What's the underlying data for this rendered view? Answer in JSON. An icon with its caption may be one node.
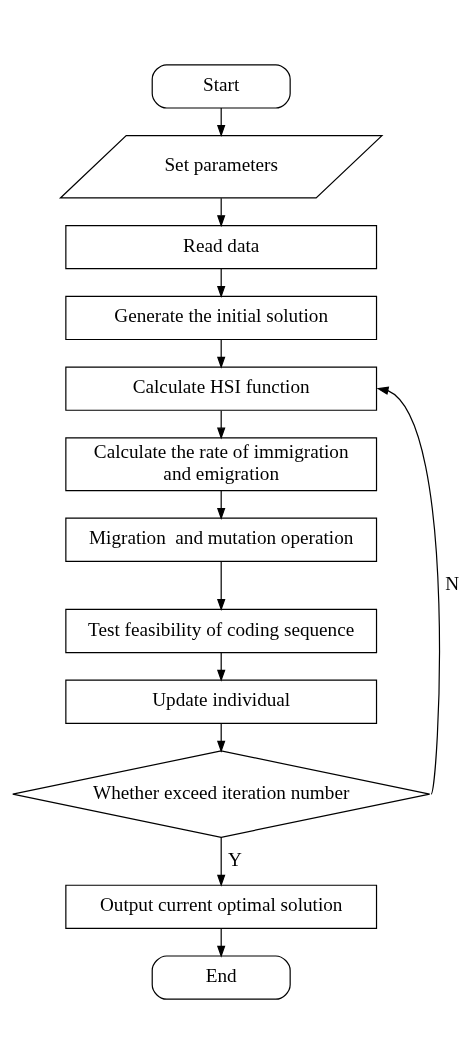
{
  "diagram": {
    "nodes": [
      {
        "text": [
          "Start"
        ]
      },
      {
        "text": [
          "Set parameters"
        ]
      },
      {
        "text": [
          "Read data"
        ]
      },
      {
        "text": [
          "Generate the initial solution"
        ]
      },
      {
        "text": [
          "Calculate HSI function"
        ]
      },
      {
        "text": [
          "Calculate the rate of immigration and emigration"
        ]
      },
      {
        "text": [
          "Migration  and mutation operation"
        ]
      },
      {
        "text": [
          "Test feasibility of coding sequence"
        ]
      },
      {
        "text": [
          "Update individual"
        ]
      },
      {
        "text": [
          "Whether exceed iteration number"
        ]
      },
      {
        "text": [
          "Output current optimal solution"
        ]
      },
      {
        "text": [
          "End"
        ]
      }
    ],
    "edges": [
      {
        "from": 0,
        "to": 1,
        "arrow": "to"
      },
      {
        "from": 1,
        "to": 2,
        "arrow": "to"
      },
      {
        "from": 2,
        "to": 3,
        "arrow": "to"
      },
      {
        "from": 3,
        "to": 4,
        "arrow": "to"
      },
      {
        "from": 4,
        "to": 5,
        "arrow": "to"
      },
      {
        "from": 5,
        "to": 6,
        "arrow": "to"
      },
      {
        "from": 6,
        "to": 7,
        "arrow": "to"
      },
      {
        "from": 7,
        "to": 8,
        "arrow": "to"
      },
      {
        "from": 8,
        "to": 9,
        "arrow": "to"
      },
      {
        "from": 9,
        "to": 4,
        "arrow": "to",
        "label": "N"
      },
      {
        "from": 9,
        "to": 10,
        "arrow": "to",
        "label": "Y"
      },
      {
        "from": 10,
        "to": 11,
        "arrow": "to"
      }
    ]
  }
}
